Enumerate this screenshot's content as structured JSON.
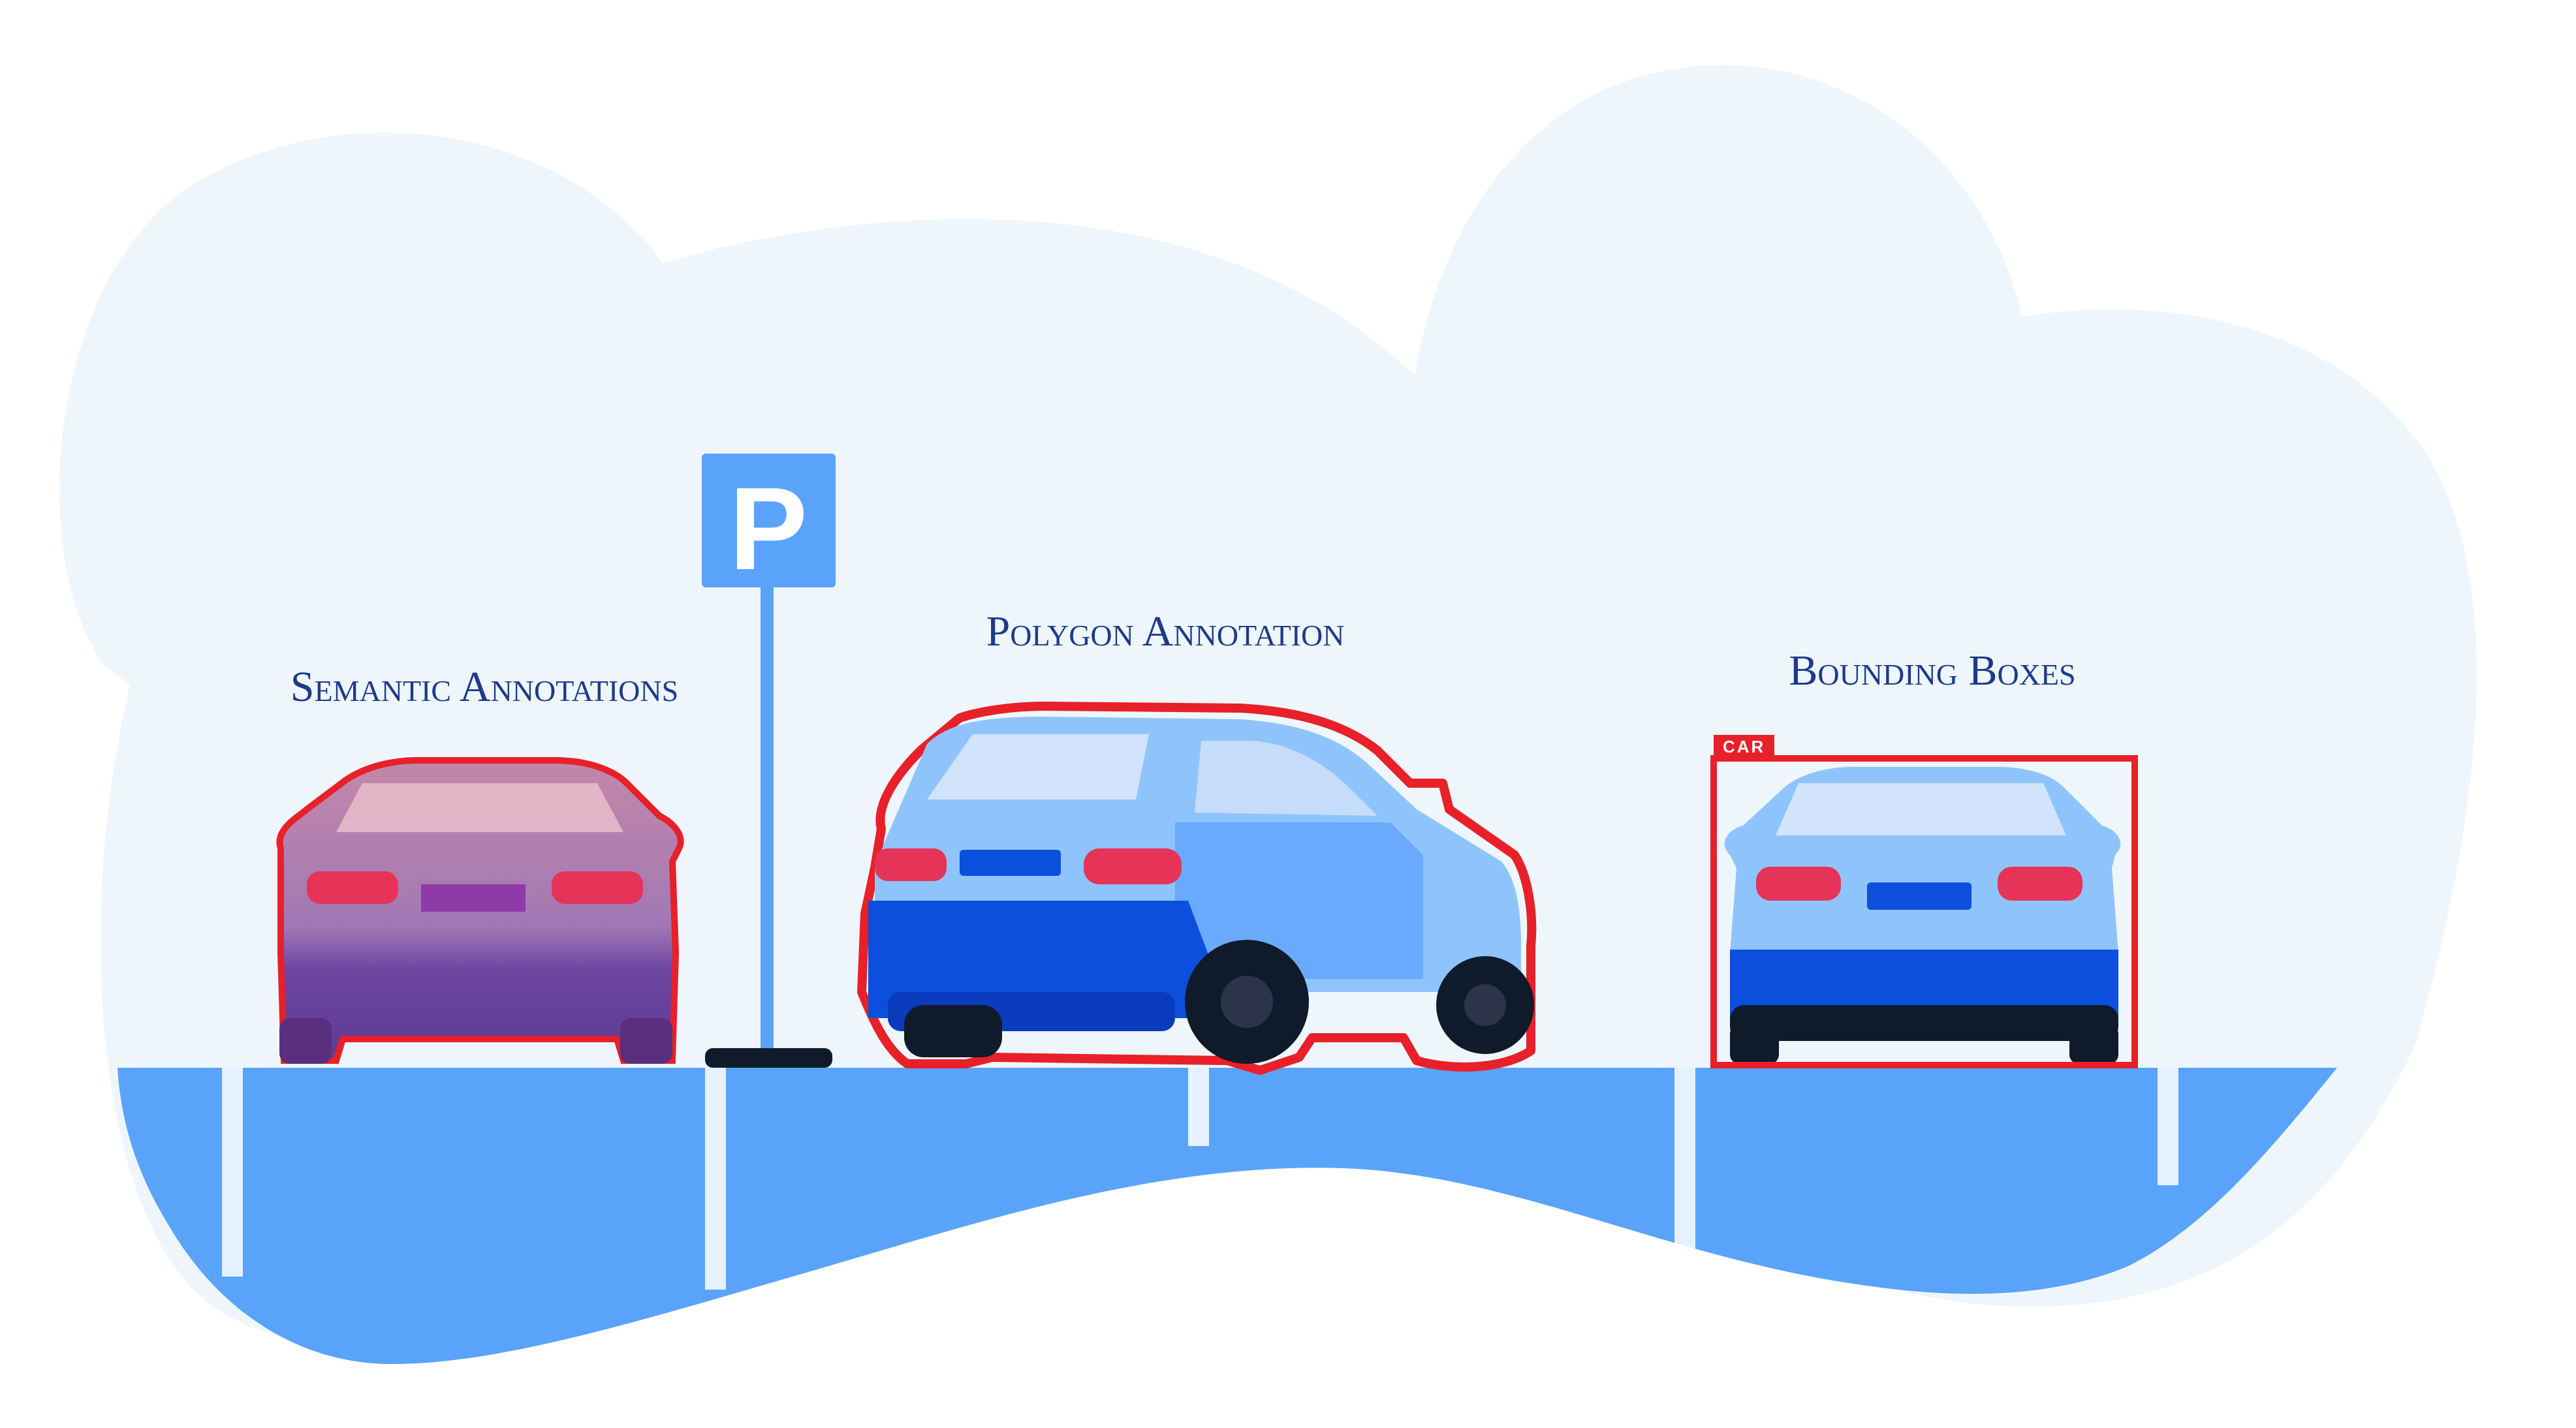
{
  "labels": {
    "semantic": "Semantic Annotations",
    "polygon": "Polygon Annotation",
    "bounding": "Bounding Boxes"
  },
  "parking_sign": "P",
  "bbox_tag": "CAR",
  "colors": {
    "background_blob": "#eef6fc",
    "road": "#5aa3fb",
    "lane_line": "#ffffff",
    "label_text": "#1d3a8a",
    "annotation_red": "#e8202a",
    "semantic_overlay_top": "#d6708a",
    "semantic_overlay_bottom": "#6a3a9a",
    "car_light": "#8ec4fb",
    "car_dark": "#0b4fdc",
    "tire": "#0f1a2b"
  }
}
